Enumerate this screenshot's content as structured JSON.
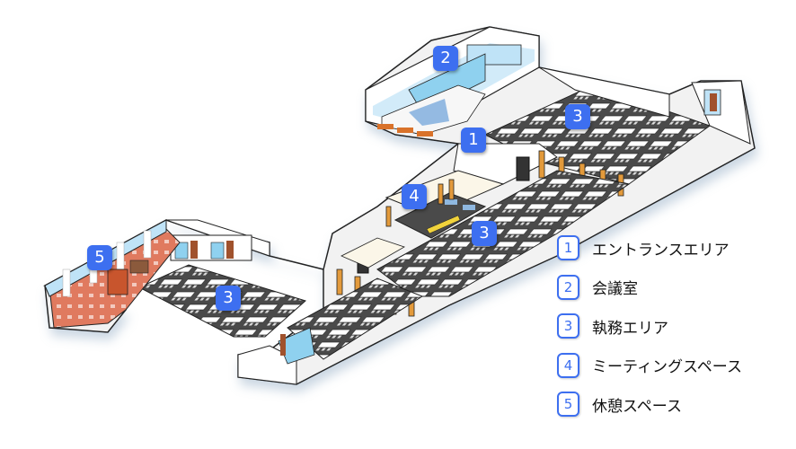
{
  "title": "オフィスフロアマップ",
  "colors": {
    "accent": "#3d6ff0",
    "floor_dark": "#4a4a4a",
    "floor_light": "#f2f2f2",
    "wall": "#ffffff",
    "window": "#bfe3f7",
    "rest_floor": "#e07a5f",
    "pillar": "#e39a3b"
  },
  "markers": [
    {
      "number": "1",
      "area": "entrance"
    },
    {
      "number": "2",
      "area": "meeting-room"
    },
    {
      "number": "3",
      "area": "work-area-east"
    },
    {
      "number": "4",
      "area": "meeting-space"
    },
    {
      "number": "3",
      "area": "work-area-center"
    },
    {
      "number": "5",
      "area": "rest-space"
    },
    {
      "number": "3",
      "area": "work-area-west"
    }
  ],
  "legend": [
    {
      "number": "1",
      "label": "エントランスエリア"
    },
    {
      "number": "2",
      "label": "会議室"
    },
    {
      "number": "3",
      "label": "執務エリア"
    },
    {
      "number": "4",
      "label": "ミーティングスペース"
    },
    {
      "number": "5",
      "label": "休憩スペース"
    }
  ]
}
